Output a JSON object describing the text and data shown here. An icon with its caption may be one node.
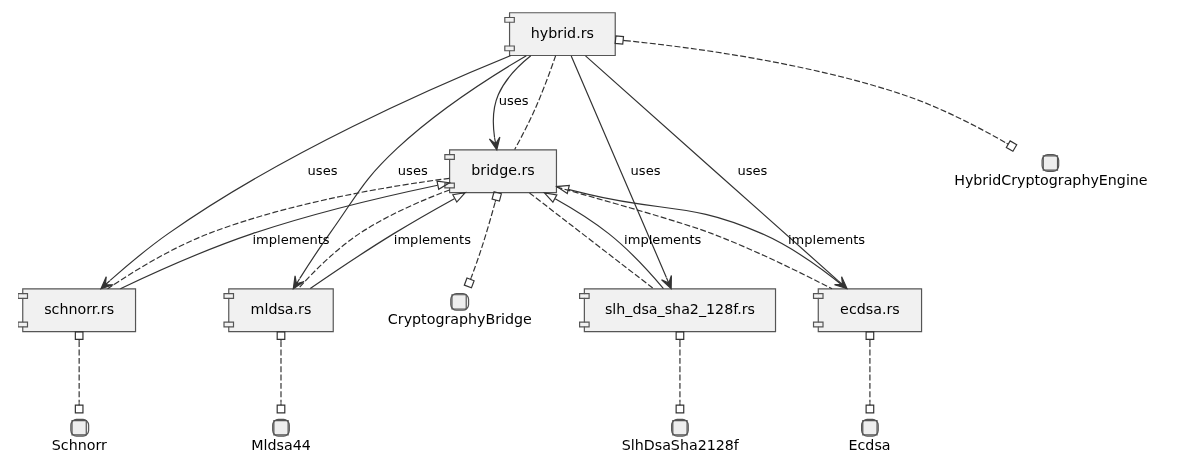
{
  "diagram": {
    "nodes": [
      {
        "text": [
          "hybrid.rs"
        ]
      },
      {
        "text": [
          "bridge.rs"
        ]
      },
      {
        "text": [
          "HybridCryptographyEngine"
        ]
      },
      {
        "text": [
          "schnorr.rs"
        ]
      },
      {
        "text": [
          "mldsa.rs"
        ]
      },
      {
        "text": [
          "CryptographyBridge"
        ]
      },
      {
        "text": [
          "slh_dsa_sha2_128f.rs"
        ]
      },
      {
        "text": [
          "ecdsa.rs"
        ]
      },
      {
        "text": [
          "Schnorr"
        ]
      },
      {
        "text": [
          "Mldsa44"
        ]
      },
      {
        "text": [
          "SlhDsaSha2128f"
        ]
      },
      {
        "text": [
          "Ecdsa"
        ]
      }
    ],
    "edges": [
      {
        "from": 0,
        "to": 3,
        "arrow": "to",
        "label": "uses"
      },
      {
        "from": 0,
        "to": 4,
        "arrow": "to",
        "label": "uses"
      },
      {
        "from": 0,
        "to": 1,
        "arrow": "to",
        "label": "uses"
      },
      {
        "from": 0,
        "to": 1,
        "arrow": "none",
        "style": "dashed"
      },
      {
        "from": 0,
        "to": 6,
        "arrow": "to",
        "label": "uses"
      },
      {
        "from": 0,
        "to": 7,
        "arrow": "to",
        "label": "uses"
      },
      {
        "from": 0,
        "to": 2,
        "arrow": "other",
        "style": "dashed"
      },
      {
        "from": 3,
        "to": 1,
        "arrow": "to",
        "label": "implements"
      },
      {
        "from": 1,
        "to": 3,
        "arrow": "none",
        "style": "dashed"
      },
      {
        "from": 1,
        "to": 4,
        "arrow": "none",
        "style": "dashed"
      },
      {
        "from": 4,
        "to": 1,
        "arrow": "to",
        "label": "implements"
      },
      {
        "from": 1,
        "to": 5,
        "arrow": "other",
        "style": "dashed"
      },
      {
        "from": 6,
        "to": 1,
        "arrow": "to",
        "label": "implements"
      },
      {
        "from": 1,
        "to": 6,
        "arrow": "none",
        "style": "dashed"
      },
      {
        "from": 1,
        "to": 7,
        "arrow": "none",
        "style": "dashed"
      },
      {
        "from": 7,
        "to": 1,
        "arrow": "to",
        "label": "implements"
      },
      {
        "from": 3,
        "to": 8,
        "arrow": "other",
        "style": "dashed"
      },
      {
        "from": 4,
        "to": 9,
        "arrow": "other",
        "style": "dashed"
      },
      {
        "from": 6,
        "to": 10,
        "arrow": "other",
        "style": "dashed"
      },
      {
        "from": 7,
        "to": 11,
        "arrow": "other",
        "style": "dashed"
      }
    ]
  }
}
